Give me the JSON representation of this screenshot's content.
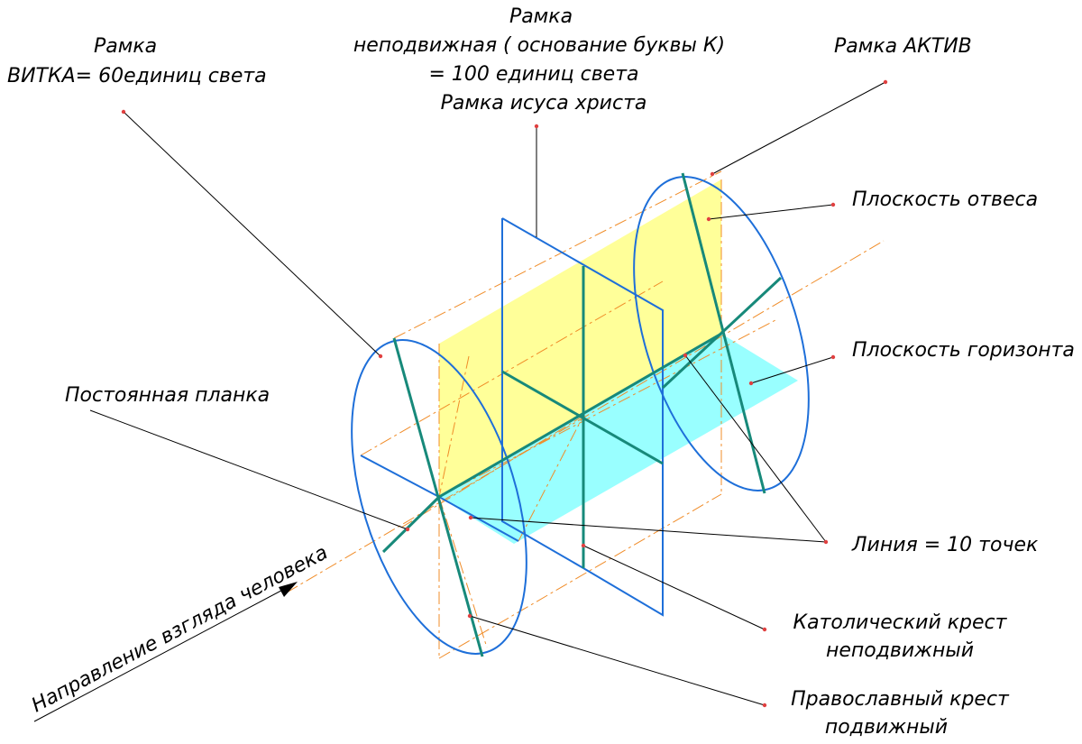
{
  "labels": {
    "vitka_line1": "Рамка",
    "vitka_line2": "ВИТКА= 60единиц света",
    "center_line1": "Рамка",
    "center_line2": "неподвижная ( основание буквы К)",
    "center_line3": "= 100 единиц света",
    "center_line4": "Рамка исуса христа",
    "aktiv": "Рамка АКТИВ",
    "plumb_plane": "Плоскость отвеса",
    "horizon_plane": "Плоскость горизонта",
    "constant_bar": "Постоянная планка",
    "line10": "Линия = 10 точек",
    "catholic_line1": "Католический крест",
    "catholic_line2": "неподвижный",
    "orthodox_line1": "Православный крест",
    "orthodox_line2": "подвижный",
    "view_direction": "Направление взгляда человека"
  },
  "colors": {
    "frame": "#1e6fd9",
    "axis_dash": "#f08c28",
    "cross": "#17897a",
    "plumb_plane_fill": "#ffff99",
    "horizon_plane_fill": "#99ffff",
    "leader": "#000000",
    "leader_point": "#e04040"
  }
}
